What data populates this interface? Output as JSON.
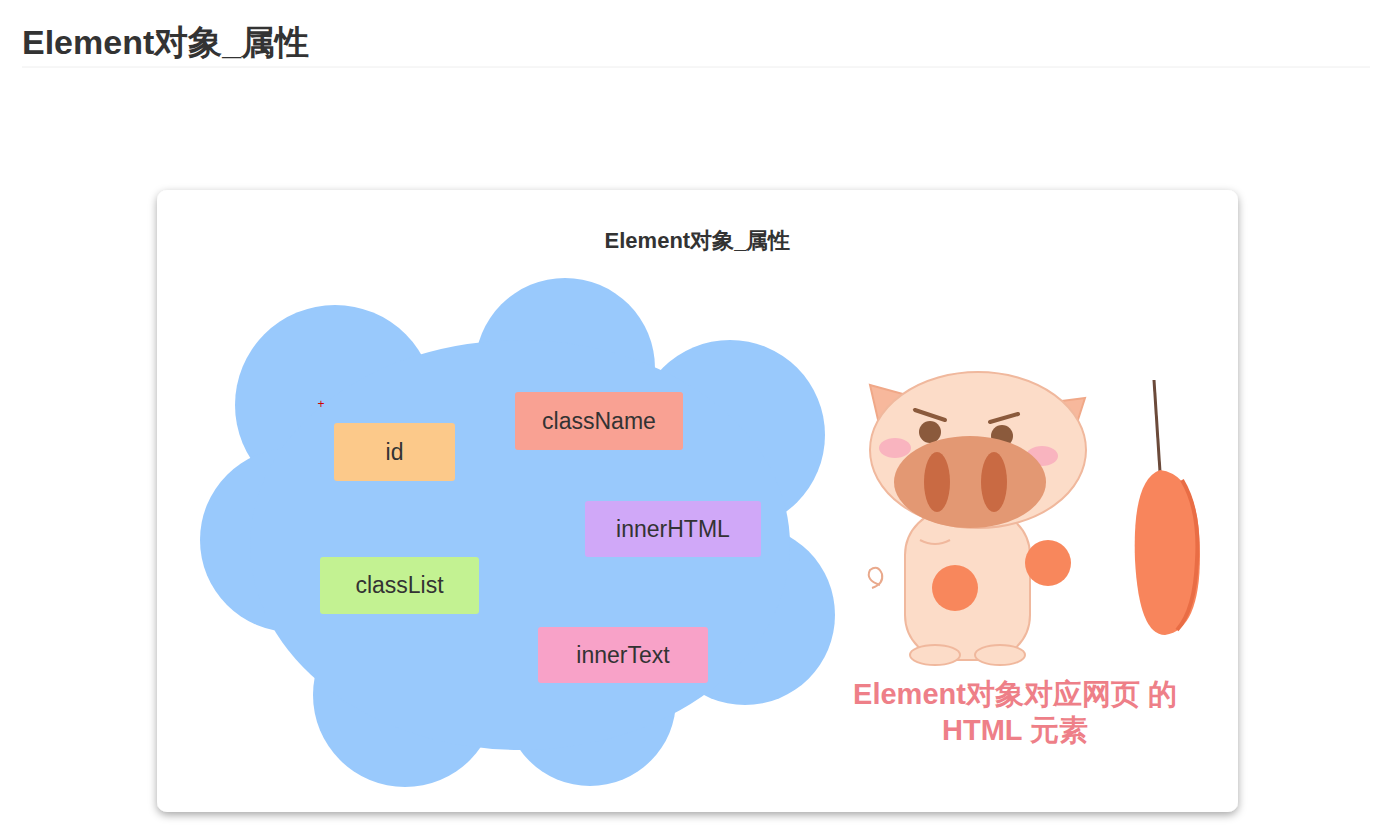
{
  "diagram": {
    "title": "Element对象_属性",
    "nodes": [
      {
        "text": [
          "Element对象_属性"
        ]
      },
      {
        "text": [
          "id"
        ],
        "in": 0
      },
      {
        "text": [
          "className"
        ],
        "in": 0
      },
      {
        "text": [
          "innerHTML"
        ],
        "in": 0
      },
      {
        "text": [
          "classList"
        ],
        "in": 0
      },
      {
        "text": [
          "innerText"
        ],
        "in": 0
      }
    ],
    "labels": [
      "Element对象对应网页 的 HTML 元素"
    ]
  }
}
